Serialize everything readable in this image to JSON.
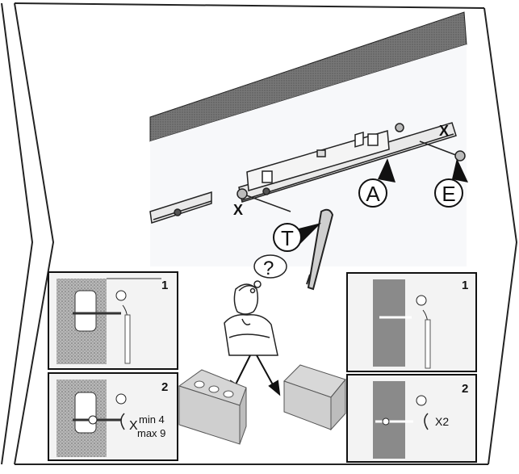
{
  "callouts": {
    "a": "A",
    "e": "E",
    "t": "T"
  },
  "thought_symbol": "?",
  "panels": {
    "left_top_step": "1",
    "left_bottom_step": "2",
    "left_bottom_x": "X",
    "left_bottom_min": "min 4",
    "left_bottom_max": "max 9",
    "right_top_step": "1",
    "right_bottom_step": "2",
    "right_bottom_x2": "X2"
  },
  "rail_marks": {
    "left_x": "X",
    "right_x": "X"
  },
  "colors": {
    "line": "#111111",
    "wall_gray": "#8f8f8f",
    "shadow_gray": "#5a5a5a",
    "panel_bg": "#f3f3f3",
    "brick_gray": "#cfcfcf",
    "stipple_gray": "#9a9a9a"
  }
}
